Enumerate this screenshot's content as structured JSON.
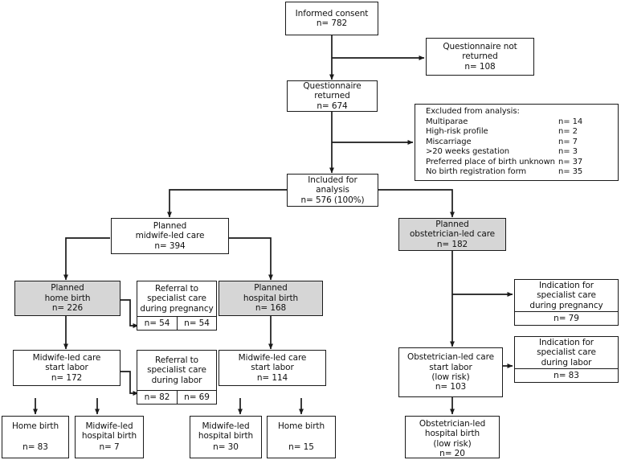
{
  "figure": {
    "type": "flowchart",
    "kind": "participant-flow-diagram",
    "shaded_color": "#d6d6d6",
    "line_color": "#1a1a1a",
    "background": "#ffffff"
  },
  "nodes": {
    "informed_consent": {
      "line1": "Informed consent",
      "line2": "n= 782"
    },
    "questionnaire_not_returned": {
      "line1": "Questionnaire not",
      "line2": "returned",
      "line3": "n= 108"
    },
    "questionnaire_returned": {
      "line1": "Questionnaire",
      "line2": "returned",
      "line3": "n= 674"
    },
    "excluded": {
      "title": "Excluded from analysis:",
      "rows": [
        {
          "label": "Multiparae",
          "count": "n= 14"
        },
        {
          "label": "High-risk profile",
          "count": "n= 2"
        },
        {
          "label": "Miscarriage",
          "count": "n= 7"
        },
        {
          "label": ">20 weeks gestation",
          "count": "n= 3"
        },
        {
          "label": "Preferred place of birth  unknown",
          "count": "n= 37"
        },
        {
          "label": "No birth  registration form",
          "count": "n= 35"
        }
      ]
    },
    "included": {
      "line1": "Included  for",
      "line2": "analysis",
      "line3": "n= 576 (100%)"
    },
    "planned_midwife_led": {
      "line1": "Planned",
      "line2": "midwife-led care",
      "line3": "n= 394"
    },
    "planned_obstetrician_led": {
      "line1": "Planned",
      "line2": "obstetrician-led care",
      "line3": "n= 182"
    },
    "planned_home_birth": {
      "line1": "Planned",
      "line2": "home birth",
      "line3": "n= 226"
    },
    "planned_hospital_birth": {
      "line1": "Planned",
      "line2": "hospital birth",
      "line3": "n= 168"
    },
    "referral_pregnancy": {
      "line1": "Referral to",
      "line2": "specialist care",
      "line3": "during pregnancy",
      "count_left": "n= 54",
      "count_right": "n= 54"
    },
    "referral_labor": {
      "line1": "Referral to",
      "line2": "specialist care",
      "line3": "during labor",
      "count_left": "n= 82",
      "count_right": "n= 69"
    },
    "indication_pregnancy": {
      "line1": "Indication for",
      "line2": "specialist care",
      "line3": "during pregnancy",
      "count": "n= 79"
    },
    "indication_labor": {
      "line1": "Indication for",
      "line2": "specialist care",
      "line3": "during labor",
      "count": "n= 83"
    },
    "midwife_start_labor_left": {
      "line1": "Midwife-led care",
      "line2": "start labor",
      "line3": "n= 172"
    },
    "midwife_start_labor_right": {
      "line1": "Midwife-led care",
      "line2": "start labor",
      "line3": "n= 114"
    },
    "obstetrician_start_labor": {
      "line1": "Obstetrician-led care",
      "line2": "start labor",
      "line3": "(low risk)",
      "line4": "n= 103"
    },
    "home_birth_left": {
      "line1": "Home birth",
      "count": "n= 83"
    },
    "midwife_hospital_birth_left": {
      "line1": "Midwife-led",
      "line2": "hospital birth",
      "count": "n= 7"
    },
    "midwife_hospital_birth_right": {
      "line1": "Midwife-led",
      "line2": "hospital birth",
      "count": "n= 30"
    },
    "home_birth_right": {
      "line1": "Home birth",
      "count": "n= 15"
    },
    "obstetrician_hospital_birth": {
      "line1": "Obstetrician-led",
      "line2": "hospital birth",
      "line3": "(low risk)",
      "count": "n= 20"
    }
  }
}
